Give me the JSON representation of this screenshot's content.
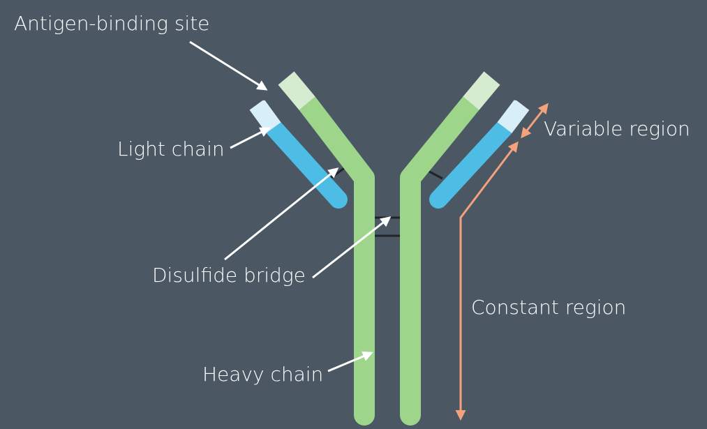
{
  "labels": {
    "antigen_binding_site": "Antigen-binding site",
    "light_chain": "Light chain",
    "disulfide_bridge": "Disulfide bridge",
    "heavy_chain": "Heavy chain",
    "variable_region": "Variable region",
    "constant_region": "Constant region"
  },
  "colors": {
    "background": "#4b5763",
    "heavy_chain": "#9dd68b",
    "heavy_chain_variable": "#d6ecd0",
    "light_chain": "#4ebde6",
    "light_chain_variable": "#d8eef8",
    "bridge": "#1f2429",
    "region_arrow": "#f4a27d",
    "label_arrow": "#ffffff"
  }
}
